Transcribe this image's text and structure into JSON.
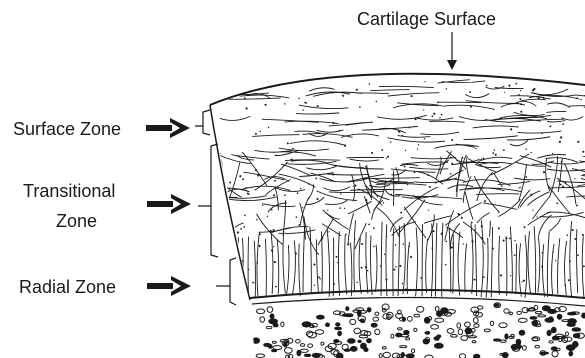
{
  "title": "Cartilage Surface",
  "labels": {
    "surface_zone": "Surface Zone",
    "transitional_line1": "Transitional",
    "transitional_line2": "Zone",
    "radial_zone": "Radial Zone"
  },
  "colors": {
    "ink": "#1a1a1a",
    "background": "#ffffff"
  }
}
